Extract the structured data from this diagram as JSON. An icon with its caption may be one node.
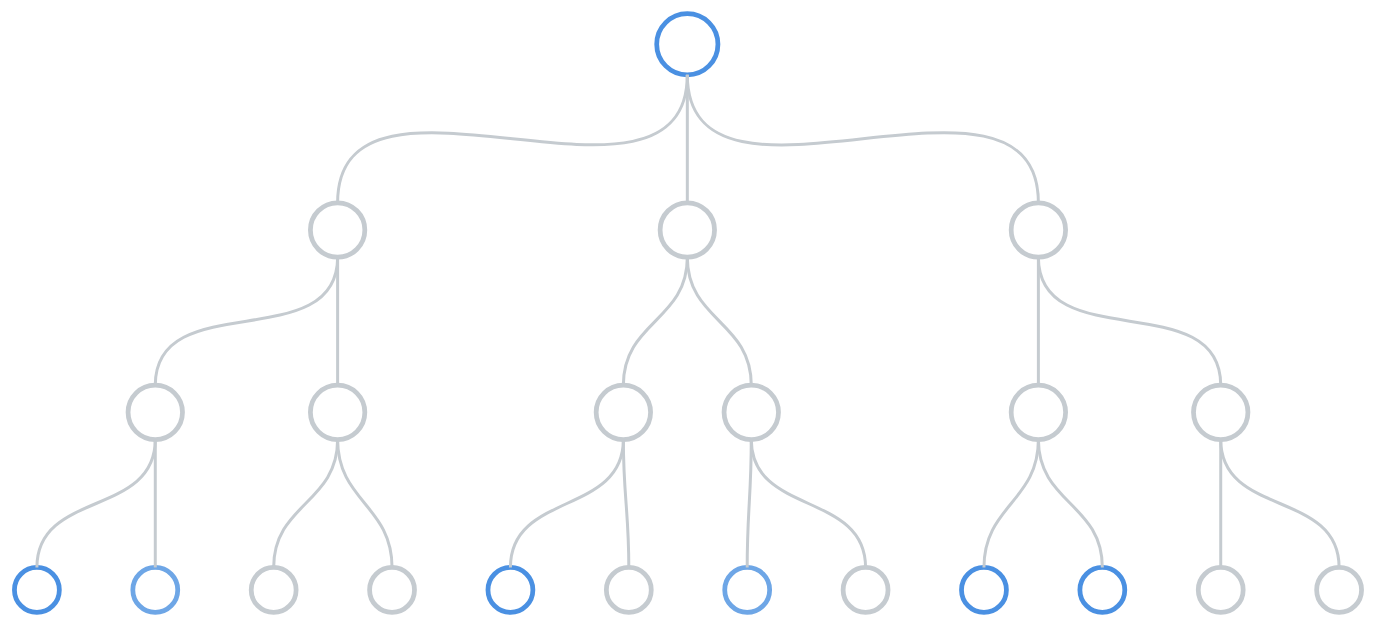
{
  "diagram": {
    "nodes": [
      {
        "text": [],
        "shape": "circle"
      },
      {
        "text": [],
        "shape": "circle"
      },
      {
        "text": [],
        "shape": "circle"
      },
      {
        "text": [],
        "shape": "circle"
      },
      {
        "text": [],
        "shape": "circle"
      },
      {
        "text": [],
        "shape": "circle"
      },
      {
        "text": [],
        "shape": "circle"
      },
      {
        "text": [],
        "shape": "circle"
      },
      {
        "text": [],
        "shape": "circle"
      },
      {
        "text": [],
        "shape": "circle"
      },
      {
        "text": [],
        "shape": "circle"
      },
      {
        "text": [],
        "shape": "circle"
      },
      {
        "text": [],
        "shape": "circle"
      },
      {
        "text": [],
        "shape": "circle"
      },
      {
        "text": [],
        "shape": "circle"
      },
      {
        "text": [],
        "shape": "circle"
      },
      {
        "text": [],
        "shape": "circle"
      },
      {
        "text": [],
        "shape": "circle"
      },
      {
        "text": [],
        "shape": "circle"
      },
      {
        "text": [],
        "shape": "circle"
      },
      {
        "text": [],
        "shape": "circle"
      },
      {
        "text": [],
        "shape": "circle"
      }
    ],
    "edges": [
      {
        "from": 0,
        "to": 1,
        "arrow": "none"
      },
      {
        "from": 0,
        "to": 2,
        "arrow": "none"
      },
      {
        "from": 0,
        "to": 3,
        "arrow": "none"
      },
      {
        "from": 1,
        "to": 4,
        "arrow": "none"
      },
      {
        "from": 1,
        "to": 5,
        "arrow": "none"
      },
      {
        "from": 2,
        "to": 6,
        "arrow": "none"
      },
      {
        "from": 2,
        "to": 7,
        "arrow": "none"
      },
      {
        "from": 3,
        "to": 8,
        "arrow": "none"
      },
      {
        "from": 3,
        "to": 9,
        "arrow": "none"
      },
      {
        "from": 4,
        "to": 10,
        "arrow": "none"
      },
      {
        "from": 4,
        "to": 11,
        "arrow": "none"
      },
      {
        "from": 5,
        "to": 12,
        "arrow": "none"
      },
      {
        "from": 5,
        "to": 13,
        "arrow": "none"
      },
      {
        "from": 6,
        "to": 14,
        "arrow": "none"
      },
      {
        "from": 6,
        "to": 15,
        "arrow": "none"
      },
      {
        "from": 7,
        "to": 16,
        "arrow": "none"
      },
      {
        "from": 7,
        "to": 17,
        "arrow": "none"
      },
      {
        "from": 8,
        "to": 18,
        "arrow": "none"
      },
      {
        "from": 8,
        "to": 19,
        "arrow": "none"
      },
      {
        "from": 9,
        "to": 20,
        "arrow": "none"
      },
      {
        "from": 9,
        "to": 21,
        "arrow": "none"
      }
    ]
  }
}
